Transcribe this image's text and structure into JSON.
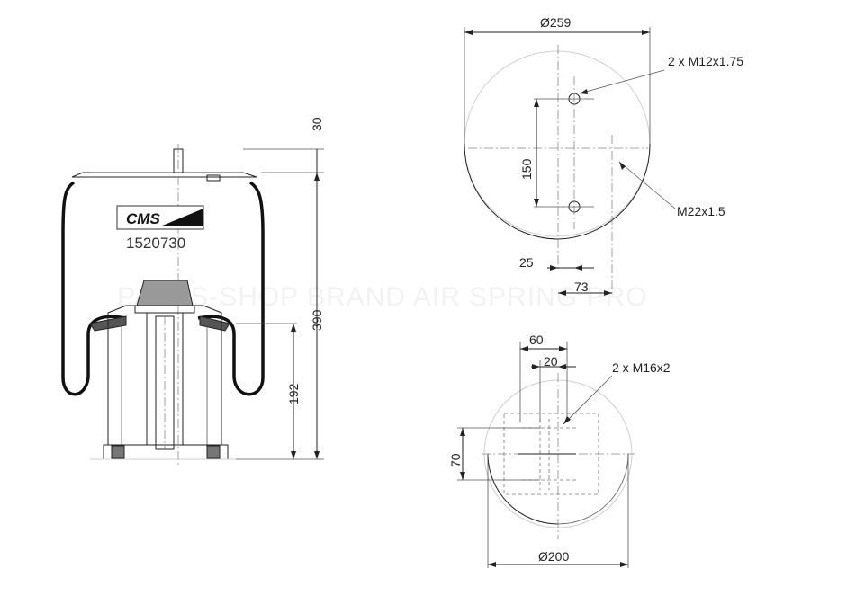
{
  "watermark": "PARTS-SHOP BRAND AIR SPRING PRO",
  "logo": {
    "text": "CMS"
  },
  "part_number": "1520730",
  "side_view": {
    "dim_top_height": "30",
    "dim_total_height": "390",
    "dim_piston_height": "192"
  },
  "top_plate_view": {
    "dim_diameter": "Ø259",
    "dim_stud_spacing": "150",
    "dim_offset_25": "25",
    "dim_offset_73": "73",
    "label_studs": "2 x M12x1.75",
    "label_air_port": "M22x1.5"
  },
  "bottom_plate_view": {
    "dim_60": "60",
    "dim_20": "20",
    "dim_70": "70",
    "dim_diameter": "Ø200",
    "label_bolts": "2 x M16x2"
  }
}
